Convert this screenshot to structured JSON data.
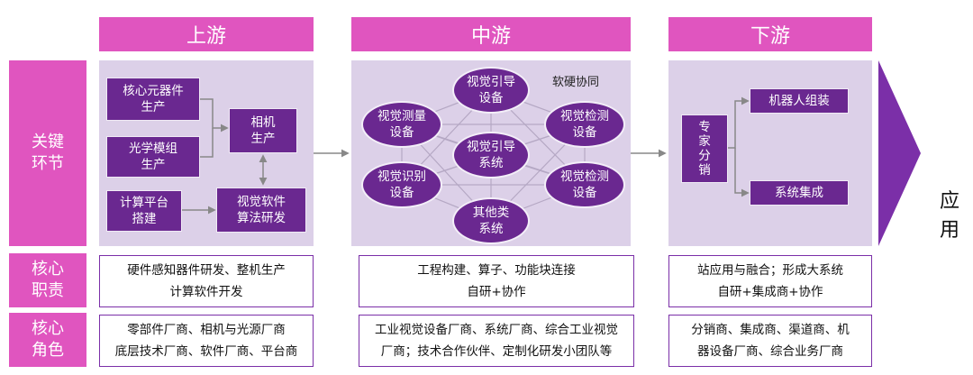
{
  "headers": {
    "upstream": "上游",
    "midstream": "中游",
    "downstream": "下游"
  },
  "rows": {
    "key_links": "关键\n环节",
    "core_duty": "核心\n职责",
    "core_role": "核心\n角色"
  },
  "upstream": {
    "core_components": "核心元器件\n生产",
    "optical_module": "光学模组\n生产",
    "computing_platform": "计算平台\n搭建",
    "camera": "相机\n生产",
    "vision_software": "视觉软件\n算法研发",
    "duty": [
      "硬件感知器件研发、整机生产",
      "计算软件开发"
    ],
    "roles": [
      "零部件厂商、相机与光源厂商",
      "底层技术厂商、软件厂商、平台商"
    ]
  },
  "midstream": {
    "label": "软硬协同",
    "vision_guide_top": "视觉引导\n设备",
    "vision_measure": "视觉测量\n设备",
    "vision_inspect_right_top": "视觉检测\n设备",
    "vision_guide_system": "视觉引导\n系统",
    "vision_recognize": "视觉识别\n设备",
    "vision_inspect_right_bottom": "视觉检测\n设备",
    "other_systems": "其他类\n系统",
    "duty": [
      "工程构建、算子、功能块连接",
      "自研+协作"
    ],
    "roles": [
      "工业视觉设备厂商、系统厂商、综合工业视觉",
      "厂商；技术合作伙伴、定制化研发小团队等"
    ]
  },
  "downstream": {
    "expert_distribution": "专\n家\n分\n销",
    "robot_assembly": "机器人组装",
    "system_integration": "系统集成",
    "duty": [
      "站应用与融合；形成大系统",
      "自研+集成商+协作"
    ],
    "roles": [
      "分销商、集成商、渠道商、机",
      "器设备厂商、综合业务厂商"
    ]
  },
  "application": "应\n用",
  "colors": {
    "header_pink": "#e055bf",
    "panel_lavender": "#dcd0e8",
    "box_purple": "#6a2890",
    "arrow_purple": "#7b2fa8"
  }
}
